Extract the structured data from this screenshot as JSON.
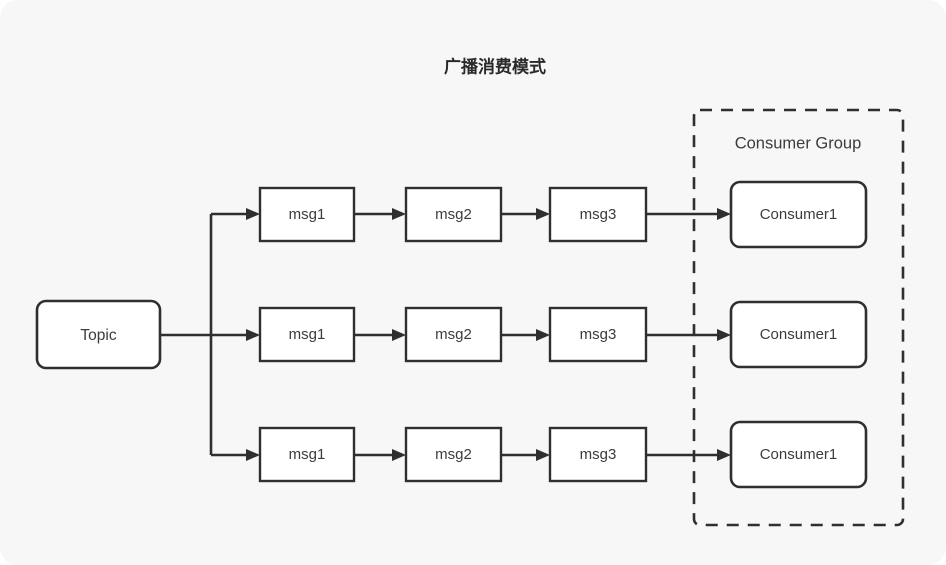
{
  "diagram": {
    "title": "广播消费模式",
    "background_color": "#f7f7f8",
    "line_color": "#2f2f2f",
    "node_fill": "#ffffff",
    "source": {
      "label": "Topic",
      "shape": "rounded-rect"
    },
    "group": {
      "label": "Consumer Group",
      "border_style": "dashed"
    },
    "rows": [
      {
        "messages": [
          "msg1",
          "msg2",
          "msg3"
        ],
        "consumer": "Consumer1"
      },
      {
        "messages": [
          "msg1",
          "msg2",
          "msg3"
        ],
        "consumer": "Consumer1"
      },
      {
        "messages": [
          "msg1",
          "msg2",
          "msg3"
        ],
        "consumer": "Consumer1"
      }
    ]
  }
}
